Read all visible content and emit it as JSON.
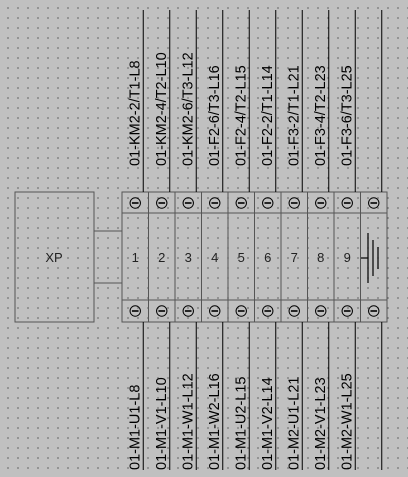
{
  "connector": {
    "name": "XP"
  },
  "terminals": [
    {
      "number": "1",
      "top_wire": "01-KM2-2/T1-L8",
      "bottom_wire": "01-M1-U1-L8"
    },
    {
      "number": "2",
      "top_wire": "01-KM2-4/T2-L10",
      "bottom_wire": "01-M1-V1-L10"
    },
    {
      "number": "3",
      "top_wire": "01-KM2-6/T3-L12",
      "bottom_wire": "01-M1-W1-L12"
    },
    {
      "number": "4",
      "top_wire": "01-F2-6/T3-L16",
      "bottom_wire": "01-M1-W2-L16"
    },
    {
      "number": "5",
      "top_wire": "01-F2-4/T2-L15",
      "bottom_wire": "01-M1-U2-L15"
    },
    {
      "number": "6",
      "top_wire": "01-F2-2/T1-L14",
      "bottom_wire": "01-M1-V2-L14"
    },
    {
      "number": "7",
      "top_wire": "01-F3-2/T1-L21",
      "bottom_wire": "01-M2-U1-L21"
    },
    {
      "number": "8",
      "top_wire": "01-F3-4/T2-L23",
      "bottom_wire": "01-M2-V1-L23"
    },
    {
      "number": "9",
      "top_wire": "01-F3-6/T3-L25",
      "bottom_wire": "01-M2-W1-L25"
    }
  ],
  "ground_terminal": {
    "icon": "ground-icon"
  },
  "screw_icon": "screw-terminal-icon"
}
